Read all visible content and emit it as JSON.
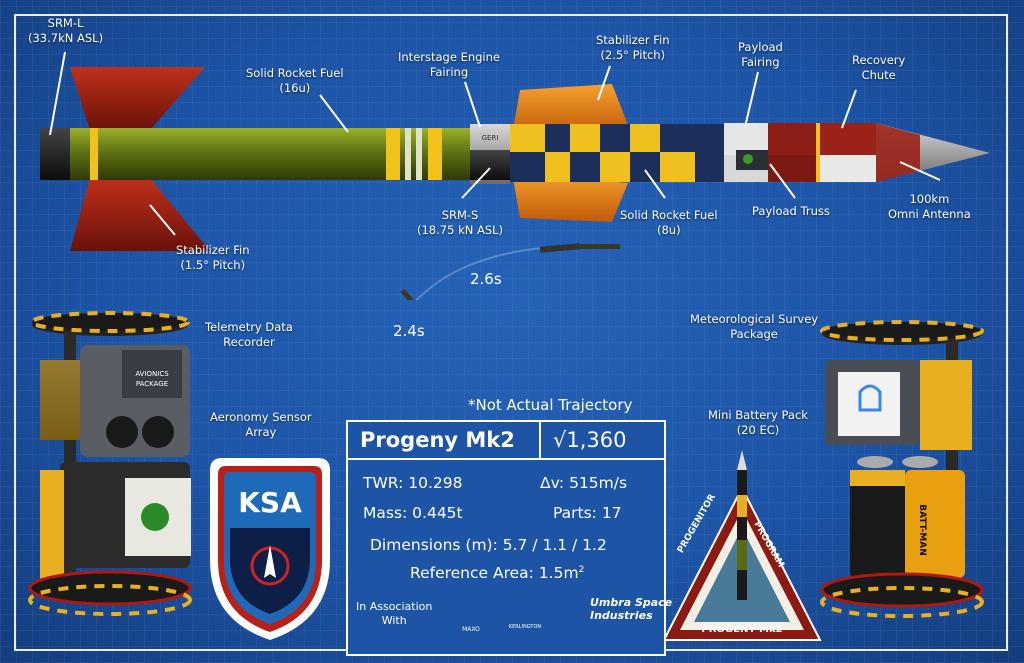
{
  "labels": {
    "srm_l": "SRM-L\n(33.7kN ASL)",
    "solid_fuel_16": "Solid Rocket Fuel\n(16u)",
    "interstage": "Interstage Engine\nFairing",
    "stab_fin_top": "Stabilizer Fin\n(2.5° Pitch)",
    "payload_fairing": "Payload\nFairing",
    "recovery_chute": "Recovery\nChute",
    "stab_fin_bottom": "Stabilizer Fin\n(1.5° Pitch)",
    "srm_s": "SRM-S\n(18.75 kN ASL)",
    "solid_fuel_8": "Solid Rocket Fuel\n(8u)",
    "payload_truss": "Payload Truss",
    "omni_antenna": "100km\nOmni Antenna",
    "telemetry": "Telemetry Data\nRecorder",
    "aeronomy": "Aeronomy Sensor\nArray",
    "meteo": "Meteorological Survey\nPackage",
    "battery": "Mini Battery Pack\n(20 EC)"
  },
  "part_markings": {
    "avionics": "AVIONICS\nPACKAGE",
    "battery_brand": "BATT-MAN",
    "engine_mark": "GERI"
  },
  "trajectory": {
    "time_1": "2.4s",
    "time_2": "2.6s",
    "note": "*Not Actual Trajectory"
  },
  "panel": {
    "name": "Progeny Mk2",
    "price": "√1,360",
    "twr": "TWR: 10.298",
    "dv": "Δv: 515m/s",
    "mass": "Mass: 0.445t",
    "parts": "Parts: 17",
    "dimensions": "Dimensions (m): 5.7 / 1.1 / 1.2",
    "ref_area": "Reference Area: 1.5m",
    "ref_area_sup": "2",
    "association": "In Association\nWith",
    "sponsor_1": "MAXO",
    "sponsor_2": "KERLINGTON",
    "sponsor_3": "Umbra Space\nIndustries"
  },
  "badges": {
    "ksa": "KSA",
    "program_left": "PROGENITOR",
    "program_right": "PROGRAM",
    "program_name": "PROGENY Mk2"
  },
  "colors": {
    "background": "#1d54a6",
    "fuel_green": "#5a6a10",
    "fin_red": "#8a1a0c",
    "fin_orange": "#e07a10",
    "check_yellow": "#f0c020",
    "check_navy": "#1c2e5a"
  }
}
